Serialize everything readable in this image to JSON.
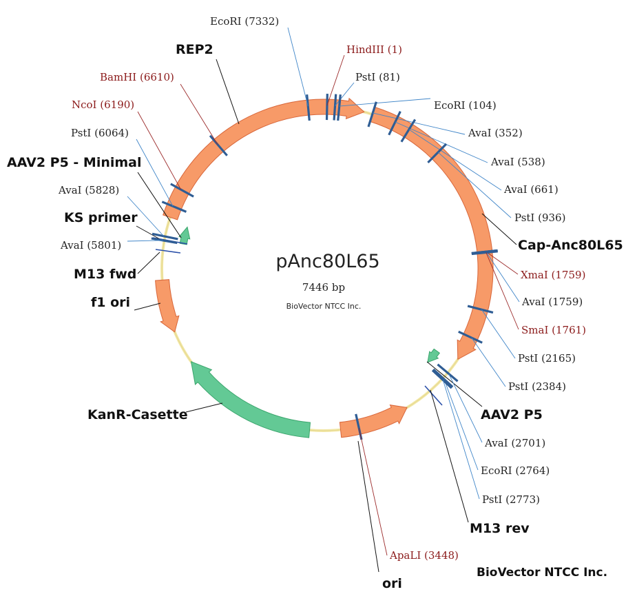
{
  "plasmid": {
    "name": "pAnc80L65",
    "length_label": "7446 bp",
    "organization": "BioVector NTCC Inc."
  },
  "footer": "BioVector NTCC Inc.",
  "colors": {
    "backbone": "#f2e7a6",
    "orange_feature": "#f79a68",
    "orange_stroke": "#d8663a",
    "green_feature": "#63c995",
    "green_stroke": "#3aa56c",
    "site_mark": "#2f5d94",
    "site_line": "#3f85c8",
    "unique_site_text": "#8b1a1a",
    "unique_site_line": "#9b2a2a"
  },
  "features": [
    {
      "id": "rep2",
      "label": "REP2"
    },
    {
      "id": "cap",
      "label": "Cap-Anc80L65"
    },
    {
      "id": "aav2p5min",
      "label": "AAV2 P5 - Minimal"
    },
    {
      "id": "ksprimer",
      "label": "KS primer"
    },
    {
      "id": "m13fwd",
      "label": "M13 fwd"
    },
    {
      "id": "f1ori",
      "label": "f1 ori"
    },
    {
      "id": "kanr",
      "label": "KanR-Casette"
    },
    {
      "id": "ori",
      "label": "ori"
    },
    {
      "id": "m13rev",
      "label": "M13 rev"
    },
    {
      "id": "aav2p5",
      "label": "AAV2 P5"
    }
  ],
  "sites": [
    {
      "id": "ecori7332",
      "label": "EcoRI (7332)",
      "unique": false
    },
    {
      "id": "hindiii1",
      "label": "HindIII (1)",
      "unique": true
    },
    {
      "id": "psti81",
      "label": "PstI (81)",
      "unique": false
    },
    {
      "id": "ecori104",
      "label": "EcoRI (104)",
      "unique": false
    },
    {
      "id": "avai352",
      "label": "AvaI (352)",
      "unique": false
    },
    {
      "id": "avai538",
      "label": "AvaI (538)",
      "unique": false
    },
    {
      "id": "avai661",
      "label": "AvaI (661)",
      "unique": false
    },
    {
      "id": "psti936",
      "label": "PstI (936)",
      "unique": false
    },
    {
      "id": "xmai1759",
      "label": "XmaI (1759)",
      "unique": true
    },
    {
      "id": "avai1759",
      "label": "AvaI (1759)",
      "unique": false
    },
    {
      "id": "smai1761",
      "label": "SmaI (1761)",
      "unique": true
    },
    {
      "id": "psti2165",
      "label": "PstI (2165)",
      "unique": false
    },
    {
      "id": "psti2384",
      "label": "PstI (2384)",
      "unique": false
    },
    {
      "id": "avai2701",
      "label": "AvaI (2701)",
      "unique": false
    },
    {
      "id": "ecori2764",
      "label": "EcoRI (2764)",
      "unique": false
    },
    {
      "id": "psti2773",
      "label": "PstI (2773)",
      "unique": false
    },
    {
      "id": "apali3448",
      "label": "ApaLI (3448)",
      "unique": true
    },
    {
      "id": "bamhi6610",
      "label": "BamHI (6610)",
      "unique": true
    },
    {
      "id": "ncoi6190",
      "label": "NcoI (6190)",
      "unique": true
    },
    {
      "id": "psti6064",
      "label": "PstI (6064)",
      "unique": false
    },
    {
      "id": "avai5828",
      "label": "AvaI (5828)",
      "unique": false
    },
    {
      "id": "avai5801",
      "label": "AvaI (5801)",
      "unique": false
    }
  ]
}
